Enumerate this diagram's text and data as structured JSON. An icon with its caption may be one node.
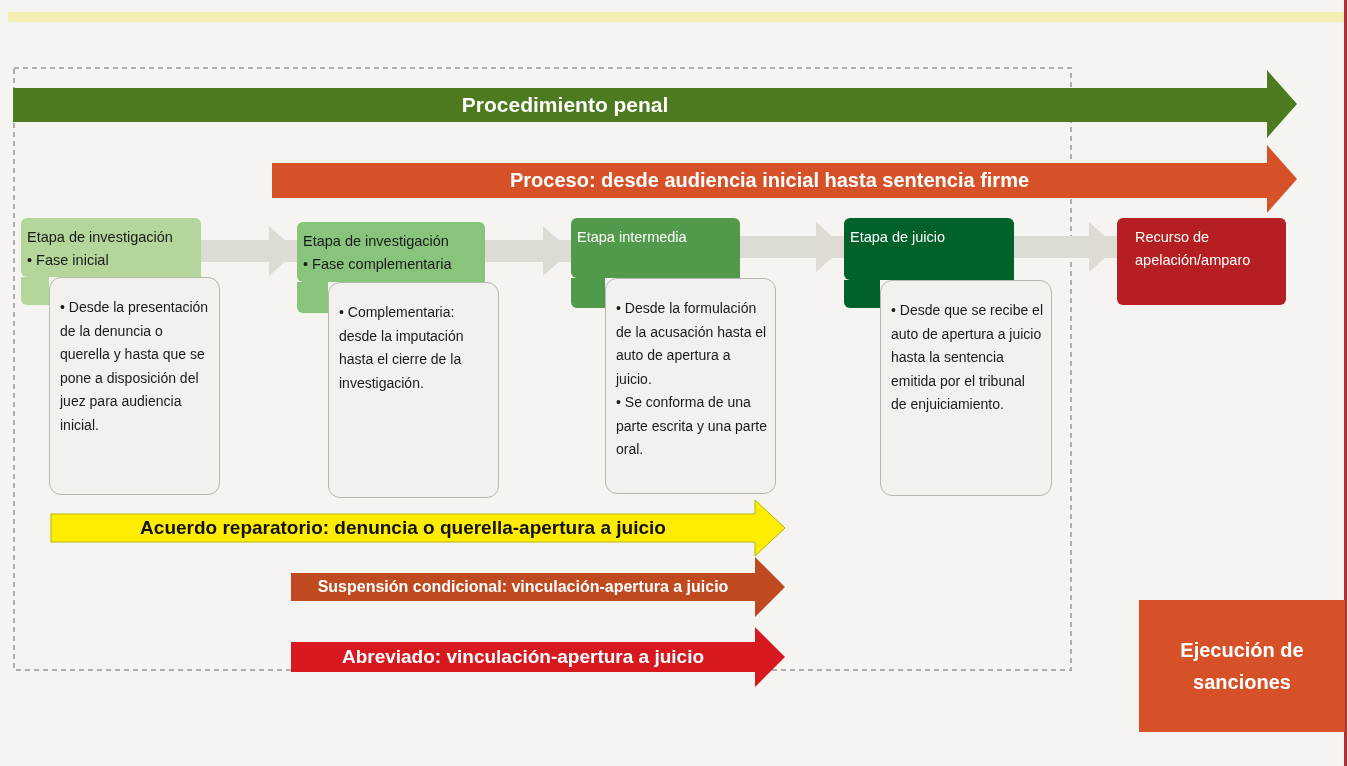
{
  "diagram": {
    "nodes": [
      {
        "text": [
          "Procedimiento penal"
        ]
      },
      {
        "text": [
          "Proceso: desde audiencia inicial hasta sentencia firme"
        ]
      },
      {
        "text": [
          "Etapa de investigación",
          "• Fase inicial"
        ]
      },
      {
        "text": [
          "• Desde la presentación de la denuncia o querella y hasta que se pone a disposición del juez para audiencia inicial."
        ]
      },
      {
        "text": [
          "Etapa de investigación",
          "• Fase complementaria"
        ]
      },
      {
        "text": [
          "• Complementaria: desde la imputación hasta el cierre de la investigación."
        ]
      },
      {
        "text": [
          "Etapa intermedia"
        ]
      },
      {
        "text": [
          "• Desde la formulación de la acusación hasta el auto de apertura a juicio.",
          "• Se conforma de una parte escrita y una parte oral."
        ]
      },
      {
        "text": [
          "Etapa de juicio"
        ]
      },
      {
        "text": [
          "• Desde que se recibe el auto de apertura a juicio hasta la sentencia emitida por el tribunal de enjuiciamiento."
        ]
      },
      {
        "text": [
          "Recurso de apelación/amparo"
        ]
      },
      {
        "text": [
          "Acuerdo reparatorio: denuncia o querella-apertura a juicio"
        ]
      },
      {
        "text": [
          "Suspensión condicional: vinculación-apertura  a juicio"
        ]
      },
      {
        "text": [
          "Abreviado: vinculación-apertura a juicio"
        ]
      },
      {
        "text": [
          "Ejecución de sanciones"
        ]
      }
    ],
    "edges": [
      {
        "from": 2,
        "to": 4,
        "arrow": "to"
      },
      {
        "from": 4,
        "to": 6,
        "arrow": "to"
      },
      {
        "from": 6,
        "to": 8,
        "arrow": "to"
      },
      {
        "from": 8,
        "to": 10,
        "arrow": "to"
      }
    ]
  }
}
